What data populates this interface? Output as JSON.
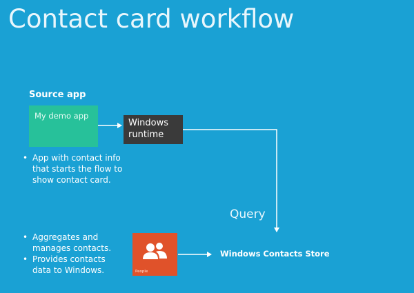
{
  "slide": {
    "title": "Contact card workflow"
  },
  "source": {
    "label": "Source app",
    "tile_text": "My demo app",
    "bullets": [
      "App with contact info",
      "that starts the flow to",
      "show contact card."
    ]
  },
  "runtime": {
    "line1": "Windows",
    "line2": "runtime"
  },
  "query": {
    "label": "Query"
  },
  "people": {
    "tile_label": "People",
    "bullets": [
      "Aggregates and",
      "manages contacts.",
      "Provides contacts",
      "data to Windows."
    ]
  },
  "store": {
    "label": "Windows Contacts Store"
  },
  "colors": {
    "background": "#1aa1d4",
    "demo_tile": "#27c19a",
    "runtime_box": "#3a3a3a",
    "people_tile": "#e0522a",
    "text": "#ffffff"
  },
  "icons": {
    "people": "people-icon"
  }
}
